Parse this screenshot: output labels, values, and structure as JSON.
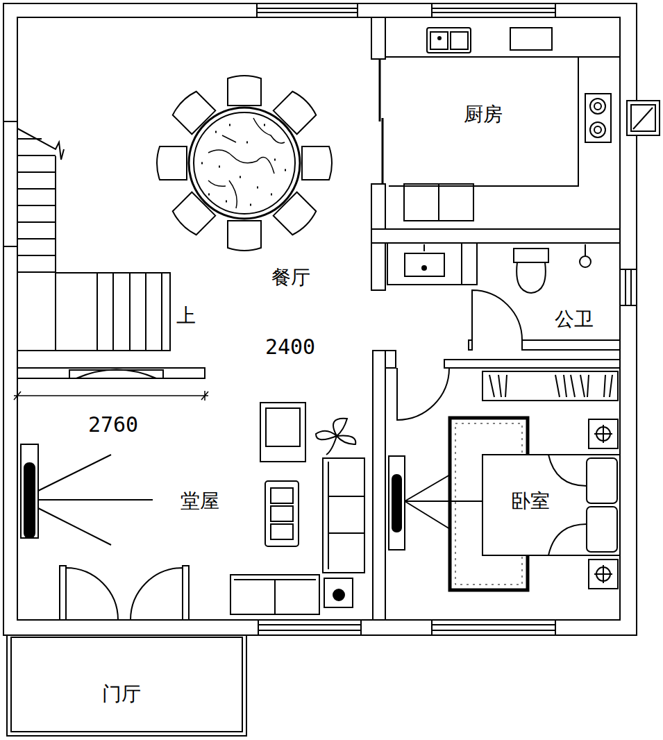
{
  "diagram": {
    "labels": [
      "厨房",
      "餐厅",
      "上",
      "公卫",
      "2400",
      "2760",
      "堂屋",
      "卧室",
      "门厅"
    ]
  }
}
